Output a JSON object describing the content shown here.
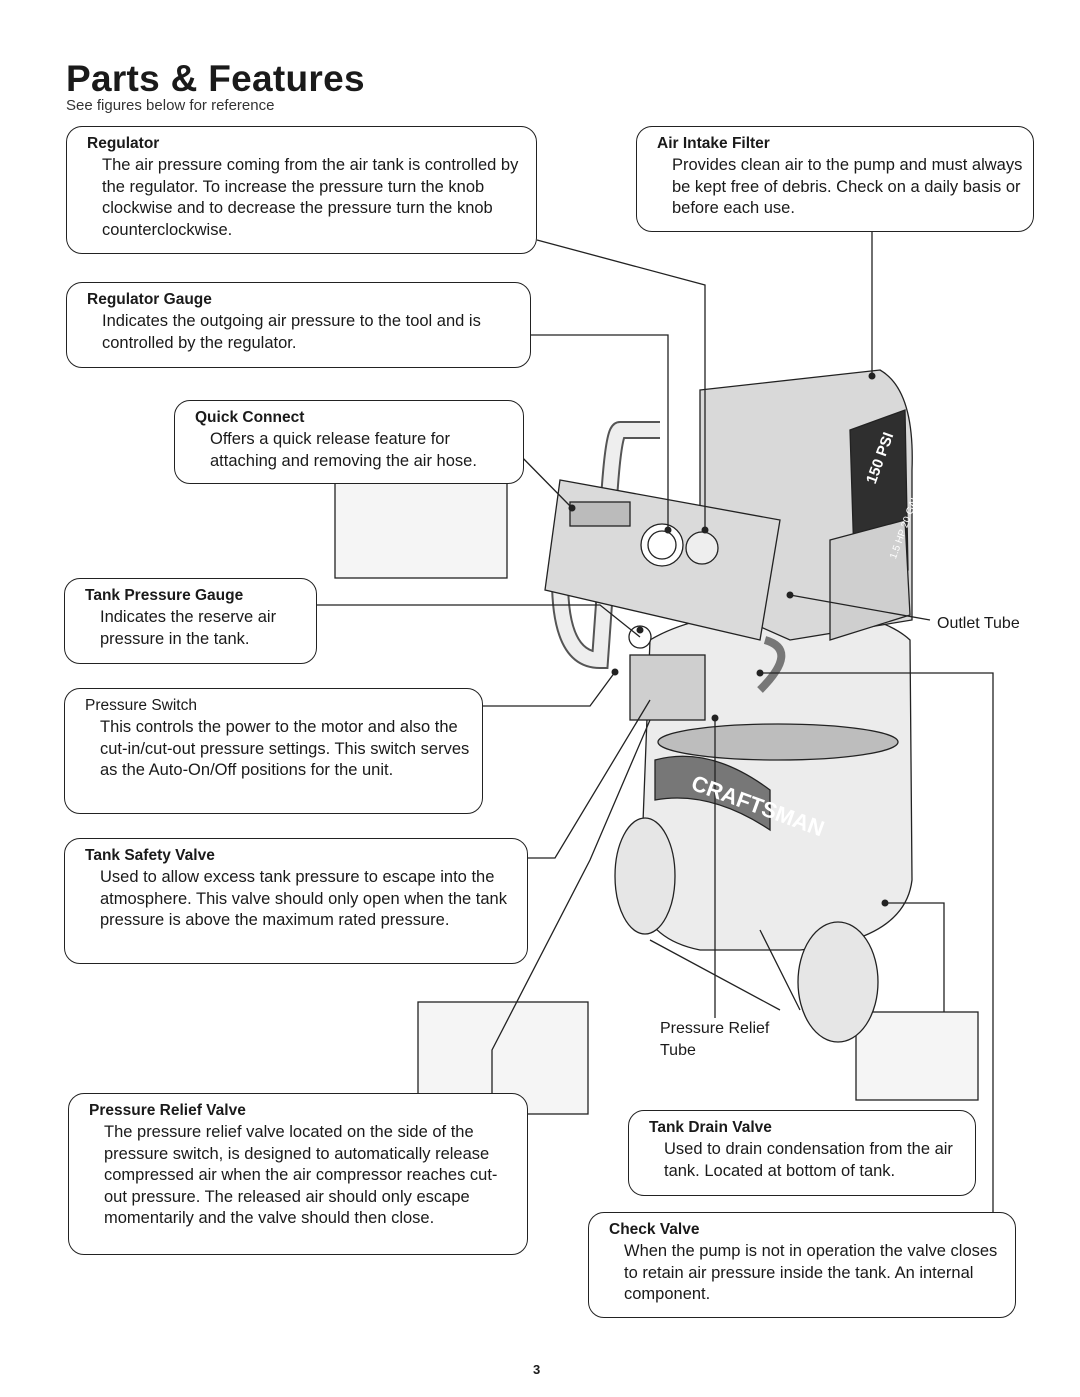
{
  "header": {
    "title": "Parts & Features",
    "subtitle": "See figures below for reference"
  },
  "features": [
    {
      "heading": "Regulator",
      "text": "The air pressure coming from the air tank is controlled by the regulator. To increase the pressure turn the knob clockwise and to decrease the pressure turn the knob counterclockwise."
    },
    {
      "heading": "Air Intake Filter",
      "text": "Provides clean air to the pump and must always be kept free of debris. Check on a daily basis or before each use."
    },
    {
      "heading": "Regulator Gauge",
      "text": "Indicates the outgoing air pressure to the tool and is controlled by the regulator."
    },
    {
      "heading": "Quick Connect",
      "text": "Offers a quick release feature for attaching and removing  the air hose."
    },
    {
      "heading": "Tank Pressure Gauge",
      "text": "Indicates the reserve air pressure in the tank."
    },
    {
      "heading": "Pressure Switch",
      "text": "This controls the power to the motor and also the cut-in/cut-out pressure settings. This switch serves as the Auto-On/Off positions for the unit."
    },
    {
      "heading": "Tank Safety Valve",
      "text": "Used to allow excess tank pressure to escape into the atmosphere. This valve should only open when the tank pressure is above the maximum rated pressure."
    },
    {
      "heading": "Pressure Relief Valve",
      "text": "The pressure relief valve located on the side of the pressure switch, is designed to automatically release compressed air when the air compressor reaches cut-out pressure. The released air should only escape momentarily and the valve should then close."
    },
    {
      "heading": "Tank Drain Valve",
      "text": "Used to drain condensation from the air tank. Located at bottom of tank."
    },
    {
      "heading": "Check Valve",
      "text": "When the pump is not in operation the valve closes to retain air pressure inside the tank. An internal component."
    }
  ],
  "callouts": {
    "outlet_tube": "Outlet Tube",
    "pressure_relief_tube": "Pressure Relief Tube"
  },
  "illustration": {
    "tank_brand": "CRAFTSMAN",
    "badge_psi": "150 PSI",
    "badge_spec": "1.5 HP 20 GAL"
  },
  "page_number": "3"
}
